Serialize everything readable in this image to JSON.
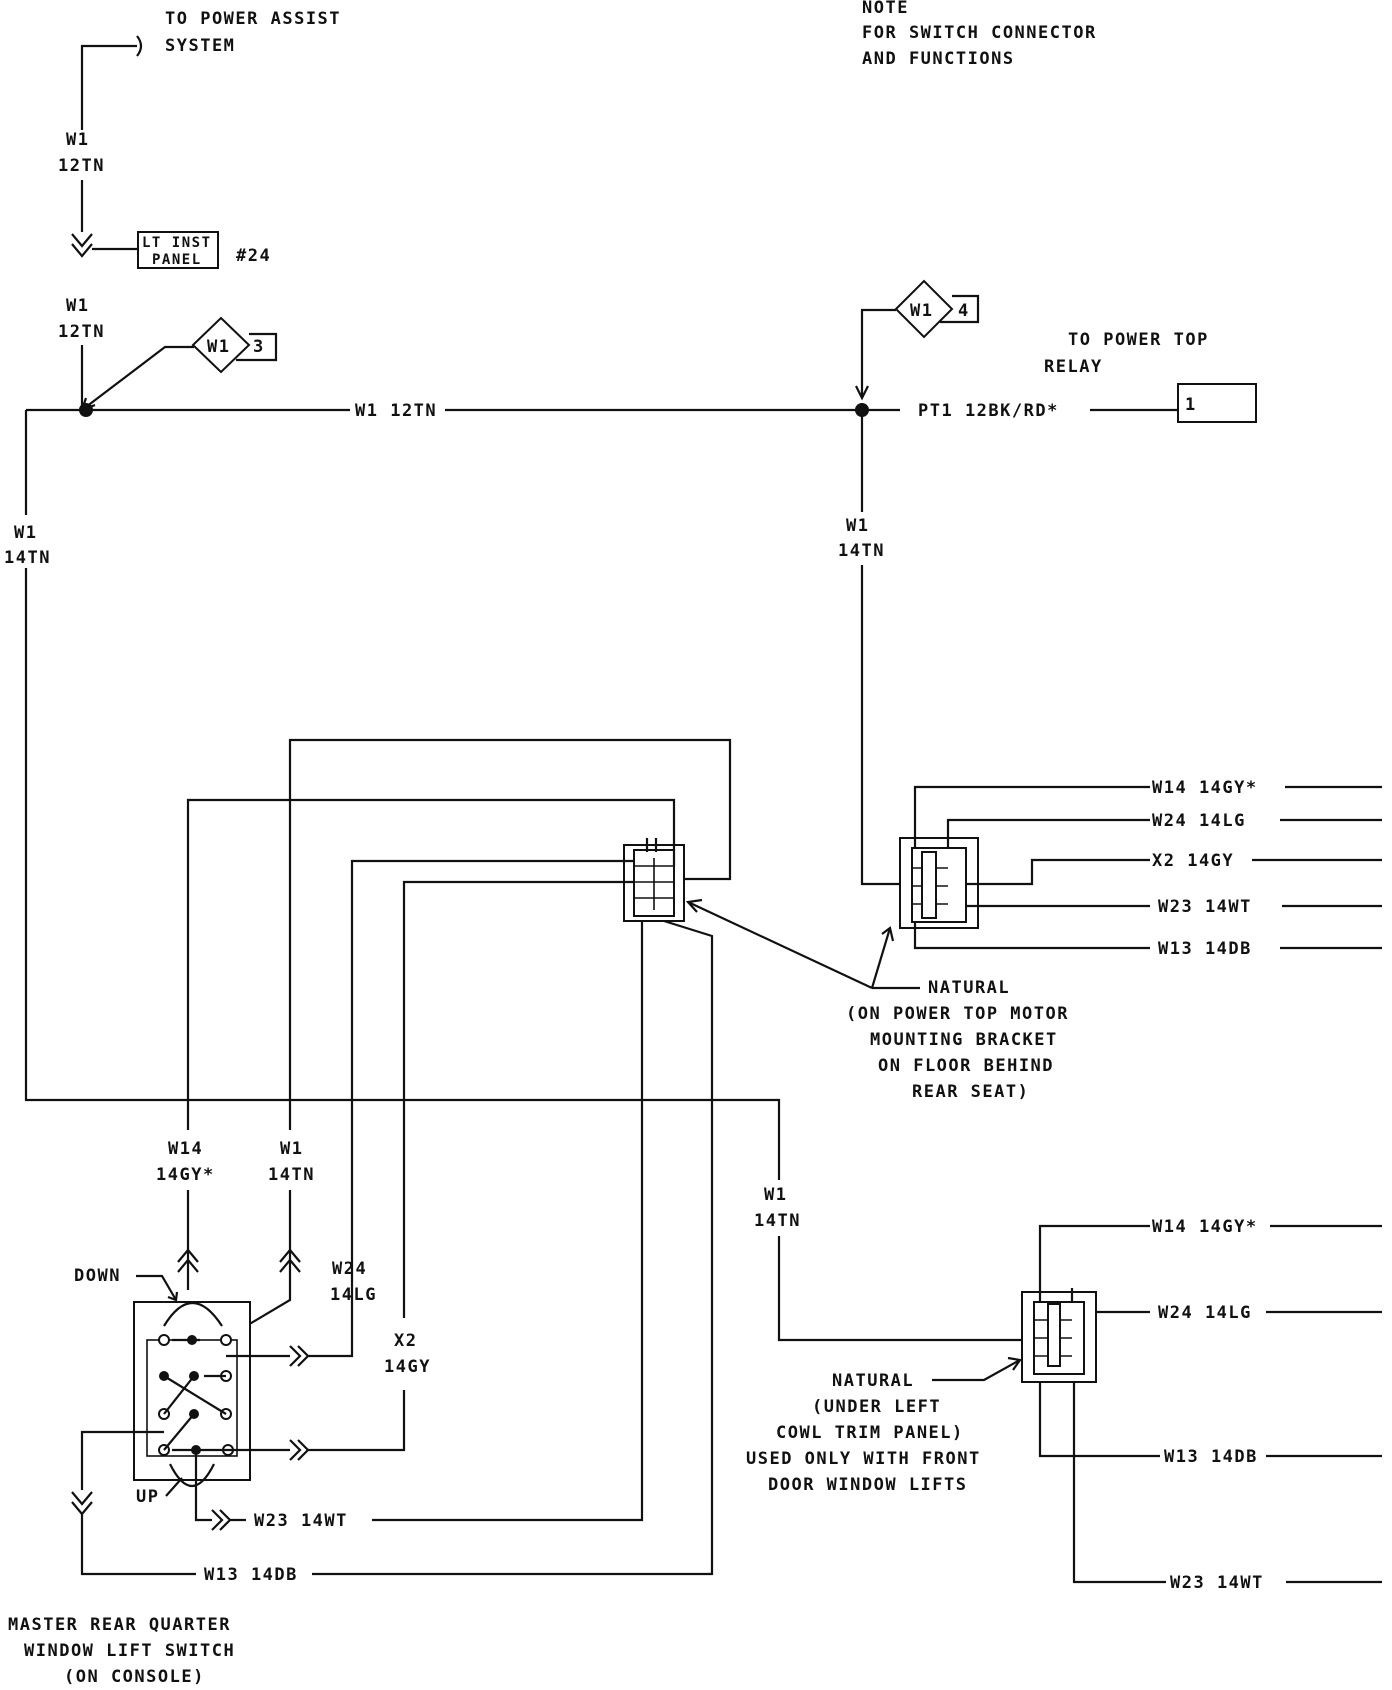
{
  "note": {
    "line1": "NOTE",
    "line2": "FOR SWITCH CONNECTOR",
    "line3": "AND FUNCTIONS"
  },
  "top_left": {
    "dest_line1": "TO POWER ASSIST",
    "dest_line2": "SYSTEM",
    "wire_upper_id": "W1",
    "wire_upper_gauge": "12TN",
    "splice_line1": "LT INST",
    "splice_line2": "PANEL",
    "splice_ref": "#24",
    "wire_lower_id": "W1",
    "wire_lower_gauge": "12TN"
  },
  "diamond_3": {
    "wire": "W1",
    "num": "3"
  },
  "diamond_4": {
    "wire": "W1",
    "num": "4"
  },
  "bus_label": "W1 12TN",
  "relay": {
    "line1": "TO POWER TOP",
    "line2": "RELAY",
    "wire": "PT1 12BK/RD*",
    "pin": "1"
  },
  "left_drop": {
    "id": "W1",
    "gauge": "14TN"
  },
  "right_drop": {
    "id": "W1",
    "gauge": "14TN"
  },
  "connector_right_top": {
    "w14": "W14 14GY*",
    "w24": "W24 14LG",
    "x2": "X2 14GY",
    "w23": "W23 14WT",
    "w13": "W13 14DB"
  },
  "natural_center": {
    "line1": "NATURAL",
    "line2": "(ON POWER TOP MOTOR",
    "line3": "MOUNTING BRACKET",
    "line4": "ON FLOOR BEHIND",
    "line5": "REAR SEAT)"
  },
  "switch_wires": {
    "w14_id": "W14",
    "w14_gauge": "14GY*",
    "w1_id": "W1",
    "w1_gauge": "14TN",
    "w24_id": "W24",
    "w24_gauge": "14LG",
    "x2_id": "X2",
    "x2_gauge": "14GY",
    "w23": "W23 14WT",
    "w13": "W13 14DB"
  },
  "switch_labels": {
    "down": "DOWN",
    "up": "UP"
  },
  "w1_mid": {
    "id": "W1",
    "gauge": "14TN"
  },
  "connector_right_bottom": {
    "w14": "W14 14GY*",
    "w24": "W24 14LG",
    "w13": "W13 14DB",
    "w23": "W23 14WT"
  },
  "natural_bottom": {
    "line1": "NATURAL",
    "line2": "(UNDER LEFT",
    "line3": "COWL TRIM PANEL)",
    "line4": "USED ONLY WITH FRONT",
    "line5": "DOOR WINDOW LIFTS"
  },
  "master_switch": {
    "line1": "MASTER REAR QUARTER",
    "line2": "WINDOW LIFT SWITCH",
    "line3": "(ON CONSOLE)"
  }
}
